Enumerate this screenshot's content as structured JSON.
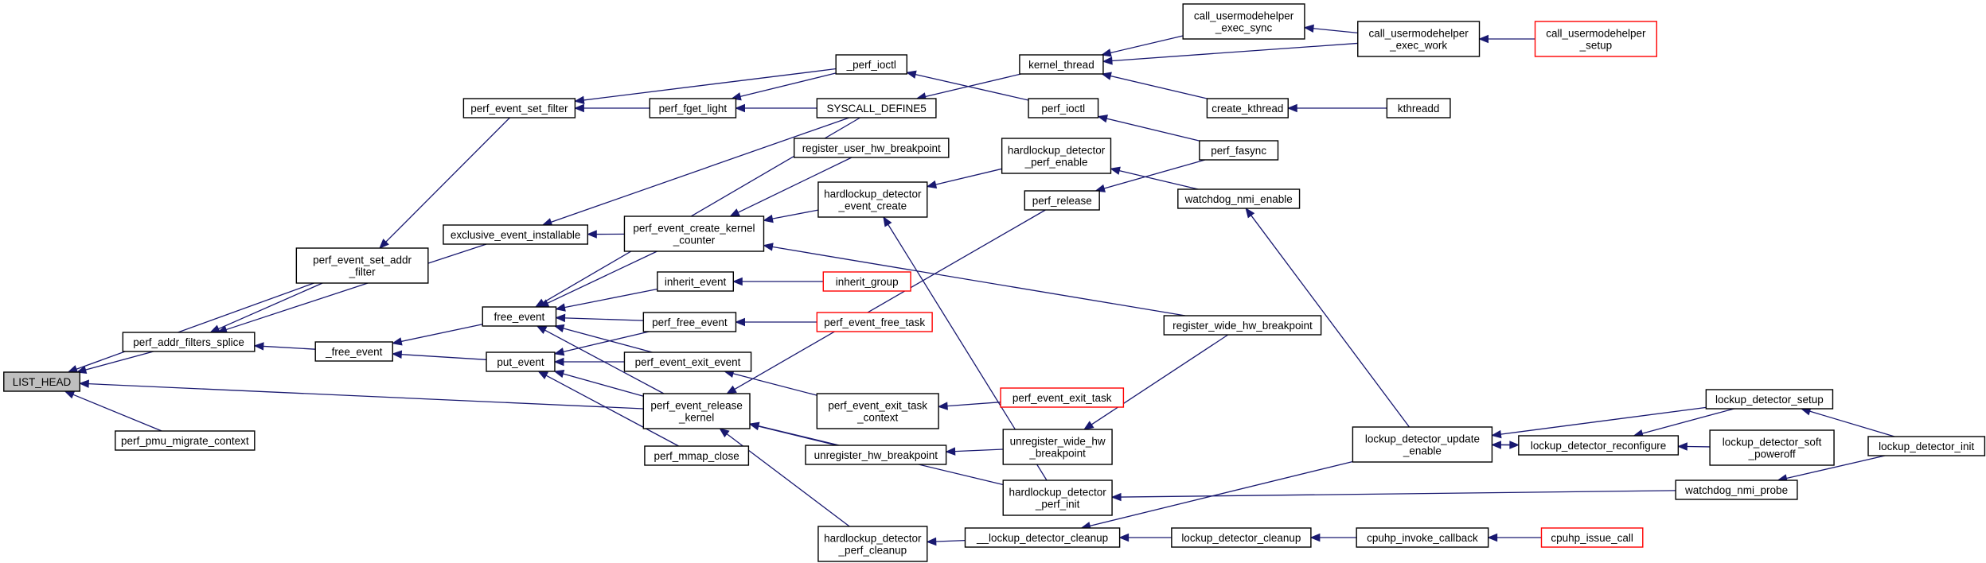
{
  "colors": {
    "edge": "#191970",
    "node_border": "#000000",
    "node_border_truncated": "#ff0000",
    "node_fill": "#ffffff",
    "node_fill_focus": "#bfbfbf"
  },
  "graph": {
    "focus": "list_head",
    "nodes": [
      {
        "id": "list_head",
        "lines": [
          "LIST_HEAD"
        ],
        "focus": true
      },
      {
        "id": "perf_addr_filters_splice",
        "lines": [
          "perf_addr_filters_splice"
        ]
      },
      {
        "id": "perf_pmu_migrate_context",
        "lines": [
          "perf_pmu_migrate_context"
        ]
      },
      {
        "id": "perf_event_set_addr_filter",
        "lines": [
          "perf_event_set_addr",
          "_filter"
        ]
      },
      {
        "id": "exclusive_event_installable",
        "lines": [
          "exclusive_event_installable"
        ]
      },
      {
        "id": "perf_event_set_filter",
        "lines": [
          "perf_event_set_filter"
        ]
      },
      {
        "id": "_free_event",
        "lines": [
          "_free_event"
        ]
      },
      {
        "id": "free_event",
        "lines": [
          "free_event"
        ]
      },
      {
        "id": "put_event",
        "lines": [
          "put_event"
        ]
      },
      {
        "id": "perf_fget_light",
        "lines": [
          "perf_fget_light"
        ]
      },
      {
        "id": "_perf_ioctl",
        "lines": [
          "_perf_ioctl"
        ]
      },
      {
        "id": "syscall_define5",
        "lines": [
          "SYSCALL_DEFINE5"
        ]
      },
      {
        "id": "register_user_hw_breakpoint",
        "lines": [
          "register_user_hw_breakpoint"
        ]
      },
      {
        "id": "perf_event_create_kernel_counter",
        "lines": [
          "perf_event_create_kernel",
          "_counter"
        ]
      },
      {
        "id": "inherit_event",
        "lines": [
          "inherit_event"
        ]
      },
      {
        "id": "perf_free_event",
        "lines": [
          "perf_free_event"
        ]
      },
      {
        "id": "perf_event_exit_event",
        "lines": [
          "perf_event_exit_event"
        ]
      },
      {
        "id": "perf_event_release_kernel",
        "lines": [
          "perf_event_release",
          "_kernel"
        ]
      },
      {
        "id": "perf_mmap_close",
        "lines": [
          "perf_mmap_close"
        ]
      },
      {
        "id": "inherit_group",
        "lines": [
          "inherit_group"
        ],
        "truncated": true
      },
      {
        "id": "perf_event_free_task",
        "lines": [
          "perf_event_free_task"
        ],
        "truncated": true
      },
      {
        "id": "perf_event_exit_task_context",
        "lines": [
          "perf_event_exit_task",
          "_context"
        ]
      },
      {
        "id": "unregister_hw_breakpoint",
        "lines": [
          "unregister_hw_breakpoint"
        ]
      },
      {
        "id": "hardlockup_detector_perf_cleanup",
        "lines": [
          "hardlockup_detector",
          "_perf_cleanup"
        ]
      },
      {
        "id": "hardlockup_detector_event_create",
        "lines": [
          "hardlockup_detector",
          "_event_create"
        ]
      },
      {
        "id": "hardlockup_detector_perf_enable",
        "lines": [
          "hardlockup_detector",
          "_perf_enable"
        ]
      },
      {
        "id": "kernel_thread",
        "lines": [
          "kernel_thread"
        ]
      },
      {
        "id": "perf_ioctl",
        "lines": [
          "perf_ioctl"
        ]
      },
      {
        "id": "perf_release",
        "lines": [
          "perf_release"
        ]
      },
      {
        "id": "perf_event_exit_task",
        "lines": [
          "perf_event_exit_task"
        ],
        "truncated": true
      },
      {
        "id": "unregister_wide_hw_breakpoint",
        "lines": [
          "unregister_wide_hw",
          "_breakpoint"
        ]
      },
      {
        "id": "hardlockup_detector_perf_init",
        "lines": [
          "hardlockup_detector",
          "_perf_init"
        ]
      },
      {
        "id": "lockup_detector_cleanup_internal",
        "lines": [
          "__lockup_detector_cleanup"
        ]
      },
      {
        "id": "call_usermodehelper_exec_sync",
        "lines": [
          "call_usermodehelper",
          "_exec_sync"
        ]
      },
      {
        "id": "create_kthread",
        "lines": [
          "create_kthread"
        ]
      },
      {
        "id": "perf_fasync",
        "lines": [
          "perf_fasync"
        ]
      },
      {
        "id": "watchdog_nmi_enable",
        "lines": [
          "watchdog_nmi_enable"
        ]
      },
      {
        "id": "register_wide_hw_breakpoint",
        "lines": [
          "register_wide_hw_breakpoint"
        ]
      },
      {
        "id": "lockup_detector_cleanup",
        "lines": [
          "lockup_detector_cleanup"
        ]
      },
      {
        "id": "call_usermodehelper_exec_work",
        "lines": [
          "call_usermodehelper",
          "_exec_work"
        ]
      },
      {
        "id": "kthreadd",
        "lines": [
          "kthreadd"
        ]
      },
      {
        "id": "lockup_detector_update_enable",
        "lines": [
          "lockup_detector_update",
          "_enable"
        ]
      },
      {
        "id": "cpuhp_invoke_callback",
        "lines": [
          "cpuhp_invoke_callback"
        ]
      },
      {
        "id": "call_usermodehelper_setup",
        "lines": [
          "call_usermodehelper",
          "_setup"
        ],
        "truncated": true
      },
      {
        "id": "lockup_detector_reconfigure",
        "lines": [
          "lockup_detector_reconfigure"
        ]
      },
      {
        "id": "watchdog_nmi_probe",
        "lines": [
          "watchdog_nmi_probe"
        ]
      },
      {
        "id": "cpuhp_issue_call",
        "lines": [
          "cpuhp_issue_call"
        ],
        "truncated": true
      },
      {
        "id": "lockup_detector_setup",
        "lines": [
          "lockup_detector_setup"
        ]
      },
      {
        "id": "lockup_detector_soft_poweroff",
        "lines": [
          "lockup_detector_soft",
          "_poweroff"
        ]
      },
      {
        "id": "lockup_detector_init",
        "lines": [
          "lockup_detector_init"
        ]
      }
    ],
    "edges": [
      {
        "from": "perf_addr_filters_splice",
        "to": "list_head"
      },
      {
        "from": "perf_event_set_addr_filter",
        "to": "list_head"
      },
      {
        "from": "perf_pmu_migrate_context",
        "to": "list_head"
      },
      {
        "from": "perf_event_release_kernel",
        "to": "list_head"
      },
      {
        "from": "perf_event_set_addr_filter",
        "to": "perf_addr_filters_splice"
      },
      {
        "from": "exclusive_event_installable",
        "to": "perf_addr_filters_splice"
      },
      {
        "from": "_free_event",
        "to": "perf_addr_filters_splice"
      },
      {
        "from": "perf_event_set_filter",
        "to": "perf_event_set_addr_filter"
      },
      {
        "from": "perf_fget_light",
        "to": "perf_event_set_filter"
      },
      {
        "from": "_perf_ioctl",
        "to": "perf_event_set_filter"
      },
      {
        "from": "_perf_ioctl",
        "to": "perf_fget_light"
      },
      {
        "from": "syscall_define5",
        "to": "perf_fget_light"
      },
      {
        "from": "perf_ioctl",
        "to": "_perf_ioctl"
      },
      {
        "from": "kernel_thread",
        "to": "syscall_define5"
      },
      {
        "from": "syscall_define5",
        "to": "exclusive_event_installable"
      },
      {
        "from": "perf_event_create_kernel_counter",
        "to": "exclusive_event_installable"
      },
      {
        "from": "free_event",
        "to": "_free_event"
      },
      {
        "from": "put_event",
        "to": "_free_event"
      },
      {
        "from": "syscall_define5",
        "to": "free_event"
      },
      {
        "from": "perf_event_create_kernel_counter",
        "to": "free_event"
      },
      {
        "from": "inherit_event",
        "to": "free_event"
      },
      {
        "from": "perf_free_event",
        "to": "free_event"
      },
      {
        "from": "perf_event_exit_event",
        "to": "free_event"
      },
      {
        "from": "perf_event_release_kernel",
        "to": "free_event"
      },
      {
        "from": "perf_free_event",
        "to": "put_event"
      },
      {
        "from": "perf_event_exit_event",
        "to": "put_event"
      },
      {
        "from": "perf_event_release_kernel",
        "to": "put_event"
      },
      {
        "from": "perf_mmap_close",
        "to": "put_event"
      },
      {
        "from": "register_user_hw_breakpoint",
        "to": "perf_event_create_kernel_counter"
      },
      {
        "from": "hardlockup_detector_event_create",
        "to": "perf_event_create_kernel_counter"
      },
      {
        "from": "register_wide_hw_breakpoint",
        "to": "perf_event_create_kernel_counter"
      },
      {
        "from": "inherit_group",
        "to": "inherit_event"
      },
      {
        "from": "perf_event_free_task",
        "to": "perf_free_event"
      },
      {
        "from": "perf_event_exit_task_context",
        "to": "perf_event_exit_event"
      },
      {
        "from": "perf_release",
        "to": "perf_event_release_kernel"
      },
      {
        "from": "unregister_hw_breakpoint",
        "to": "perf_event_release_kernel"
      },
      {
        "from": "hardlockup_detector_perf_cleanup",
        "to": "perf_event_release_kernel"
      },
      {
        "from": "hardlockup_detector_perf_init",
        "to": "perf_event_release_kernel"
      },
      {
        "from": "perf_event_exit_task",
        "to": "perf_event_exit_task_context"
      },
      {
        "from": "unregister_wide_hw_breakpoint",
        "to": "unregister_hw_breakpoint"
      },
      {
        "from": "register_wide_hw_breakpoint",
        "to": "unregister_wide_hw_breakpoint"
      },
      {
        "from": "hardlockup_detector_perf_enable",
        "to": "hardlockup_detector_event_create"
      },
      {
        "from": "hardlockup_detector_perf_init",
        "to": "hardlockup_detector_event_create"
      },
      {
        "from": "watchdog_nmi_enable",
        "to": "hardlockup_detector_perf_enable"
      },
      {
        "from": "lockup_detector_cleanup_internal",
        "to": "hardlockup_detector_perf_cleanup"
      },
      {
        "from": "watchdog_nmi_probe",
        "to": "hardlockup_detector_perf_init"
      },
      {
        "from": "lockup_detector_cleanup",
        "to": "lockup_detector_cleanup_internal"
      },
      {
        "from": "cpuhp_invoke_callback",
        "to": "lockup_detector_cleanup"
      },
      {
        "from": "cpuhp_issue_call",
        "to": "cpuhp_invoke_callback"
      },
      {
        "from": "call_usermodehelper_exec_sync",
        "to": "kernel_thread"
      },
      {
        "from": "call_usermodehelper_exec_work",
        "to": "kernel_thread"
      },
      {
        "from": "create_kthread",
        "to": "kernel_thread"
      },
      {
        "from": "call_usermodehelper_exec_work",
        "to": "call_usermodehelper_exec_sync"
      },
      {
        "from": "call_usermodehelper_setup",
        "to": "call_usermodehelper_exec_work"
      },
      {
        "from": "kthreadd",
        "to": "create_kthread"
      },
      {
        "from": "perf_fasync",
        "to": "perf_ioctl"
      },
      {
        "from": "perf_fasync",
        "to": "perf_release"
      },
      {
        "from": "lockup_detector_update_enable",
        "to": "watchdog_nmi_enable"
      },
      {
        "from": "lockup_detector_update_enable",
        "to": "lockup_detector_cleanup_internal"
      },
      {
        "from": "lockup_detector_reconfigure",
        "to": "lockup_detector_update_enable"
      },
      {
        "from": "lockup_detector_setup",
        "to": "lockup_detector_update_enable"
      },
      {
        "from": "lockup_detector_update_enable",
        "to": "lockup_detector_reconfigure"
      },
      {
        "from": "lockup_detector_setup",
        "to": "lockup_detector_reconfigure"
      },
      {
        "from": "lockup_detector_soft_poweroff",
        "to": "lockup_detector_reconfigure"
      },
      {
        "from": "lockup_detector_init",
        "to": "lockup_detector_setup"
      },
      {
        "from": "lockup_detector_init",
        "to": "watchdog_nmi_probe"
      }
    ]
  }
}
